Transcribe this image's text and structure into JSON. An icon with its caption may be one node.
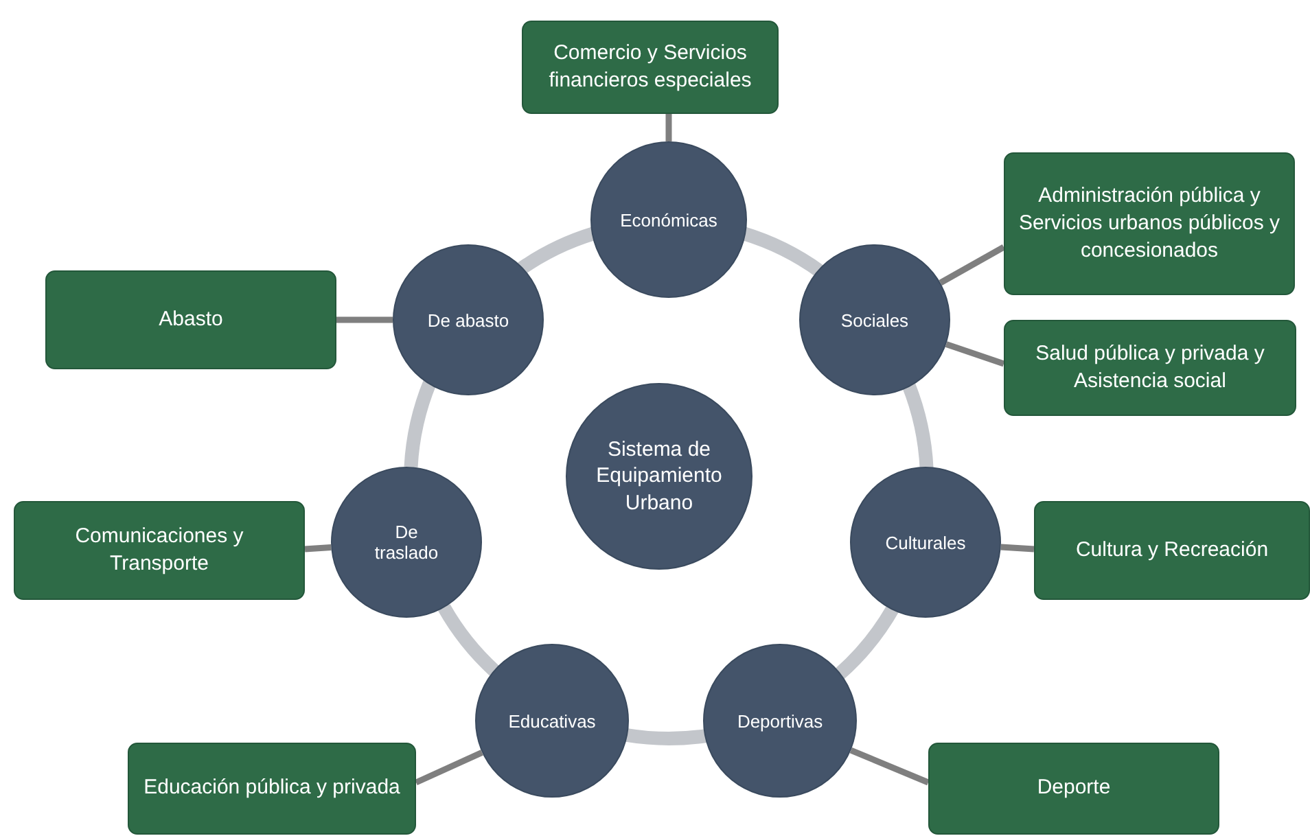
{
  "diagram": {
    "nodes": [
      {
        "text": [
          "Sistema de Equipamiento Urbano"
        ]
      },
      {
        "text": [
          "Económicas"
        ]
      },
      {
        "text": [
          "Sociales"
        ]
      },
      {
        "text": [
          "Culturales"
        ]
      },
      {
        "text": [
          "Deportivas"
        ]
      },
      {
        "text": [
          "Educativas"
        ]
      },
      {
        "text": [
          "De traslado"
        ]
      },
      {
        "text": [
          "De abasto"
        ]
      },
      {
        "text": [
          "Comercio y Servicios financieros especiales"
        ]
      },
      {
        "text": [
          "Administración pública y Servicios urbanos públicos y concesionados"
        ]
      },
      {
        "text": [
          "Salud pública y privada y Asistencia social"
        ]
      },
      {
        "text": [
          "Cultura y Recreación"
        ]
      },
      {
        "text": [
          "Deporte"
        ]
      },
      {
        "text": [
          "Educación pública y privada"
        ]
      },
      {
        "text": [
          "Comunicaciones y Transporte"
        ]
      },
      {
        "text": [
          "Abasto"
        ]
      }
    ],
    "edges": [
      {
        "from": 1,
        "to": 8,
        "arrow": "none"
      },
      {
        "from": 2,
        "to": 9,
        "arrow": "none"
      },
      {
        "from": 2,
        "to": 10,
        "arrow": "none"
      },
      {
        "from": 3,
        "to": 11,
        "arrow": "none"
      },
      {
        "from": 4,
        "to": 12,
        "arrow": "none"
      },
      {
        "from": 5,
        "to": 13,
        "arrow": "none"
      },
      {
        "from": 6,
        "to": 14,
        "arrow": "none"
      },
      {
        "from": 7,
        "to": 15,
        "arrow": "none"
      },
      {
        "from": 1,
        "to": 2,
        "arrow": "none",
        "style": "thick",
        "color": "#c3c6cb"
      },
      {
        "from": 2,
        "to": 3,
        "arrow": "none",
        "style": "thick",
        "color": "#c3c6cb"
      },
      {
        "from": 3,
        "to": 4,
        "arrow": "none",
        "style": "thick",
        "color": "#c3c6cb"
      },
      {
        "from": 4,
        "to": 5,
        "arrow": "none",
        "style": "thick",
        "color": "#c3c6cb"
      },
      {
        "from": 5,
        "to": 6,
        "arrow": "none",
        "style": "thick",
        "color": "#c3c6cb"
      },
      {
        "from": 6,
        "to": 7,
        "arrow": "none",
        "style": "thick",
        "color": "#c3c6cb"
      },
      {
        "from": 7,
        "to": 1,
        "arrow": "none",
        "style": "thick",
        "color": "#c3c6cb"
      }
    ]
  }
}
